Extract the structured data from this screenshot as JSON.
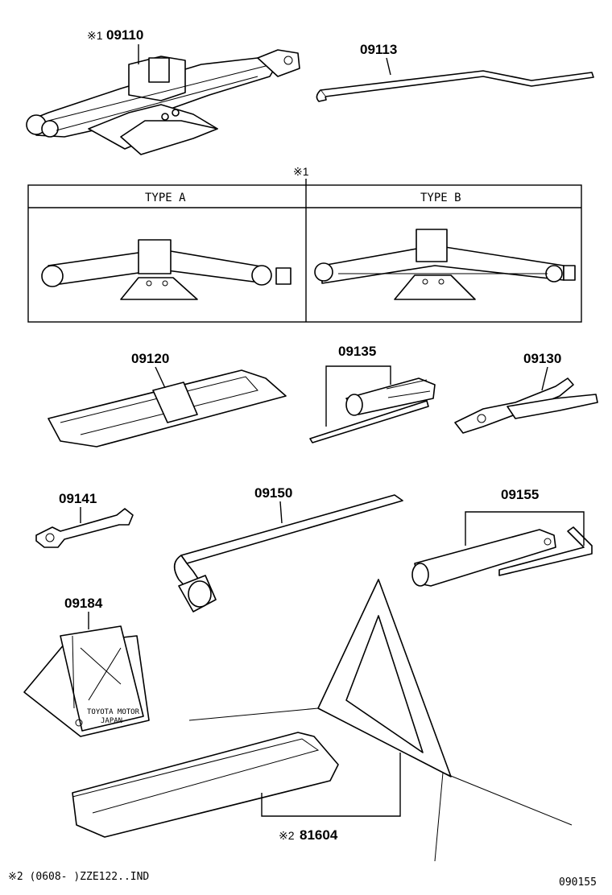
{
  "labels": {
    "jack": "09110",
    "jack_mark": "※1",
    "handle": "09113",
    "table_mark": "※1",
    "type_a": "TYPE A",
    "type_b": "TYPE B",
    "tool_bag": "09120",
    "screwdriver": "09135",
    "pliers": "09130",
    "wrench": "09141",
    "lug_wrench": "09150",
    "socket_bar": "09155",
    "wheel_chock": "09184",
    "triangle": "81604",
    "triangle_mark": "※2"
  },
  "chock_text": {
    "line1": "TOYOTA MOTOR",
    "line2": "JAPAN"
  },
  "footer": {
    "note": "※2 (0608-      )ZZE122..IND",
    "code": "090155"
  }
}
